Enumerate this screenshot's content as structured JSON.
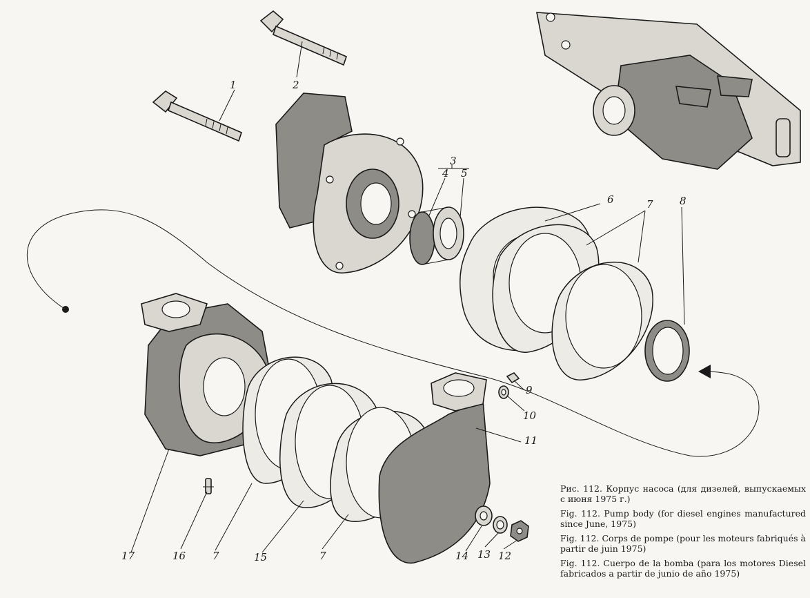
{
  "callouts": {
    "c1": "1",
    "c2": "2",
    "c3": "3",
    "c4": "4",
    "c5": "5",
    "c6": "6",
    "c7a": "7",
    "c8": "8",
    "c9": "9",
    "c10": "10",
    "c11": "11",
    "c12": "12",
    "c13": "13",
    "c14": "14",
    "c15": "15",
    "c16": "16",
    "c7b": "7",
    "c17": "17",
    "c7c": "7"
  },
  "caption": {
    "ru": "Рис. 112. Корпус насоса (для дизелей, выпускаемых с июня 1975 г.)",
    "en": "Fig. 112. Pump body (for diesel engines manufactured since June, 1975)",
    "fr": "Fig. 112. Corps de pompe (pour les moteurs fabriqués à partir de juin 1975)",
    "es": "Fig. 112. Cuerpo de la bomba (para los motores Diesel fabricados a partir de junio de año 1975)"
  }
}
